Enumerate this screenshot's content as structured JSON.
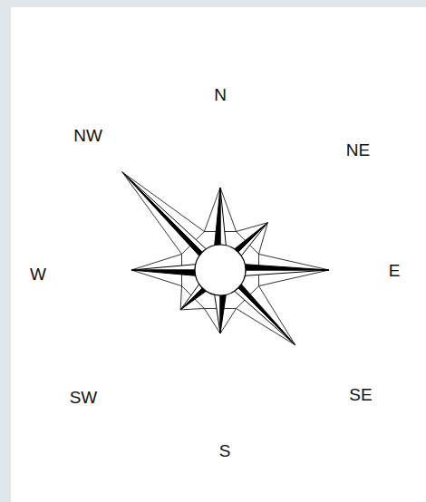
{
  "diagram": {
    "labels": [
      "N",
      "NW",
      "NE",
      "W",
      "E",
      "SW",
      "SE",
      "S"
    ]
  }
}
